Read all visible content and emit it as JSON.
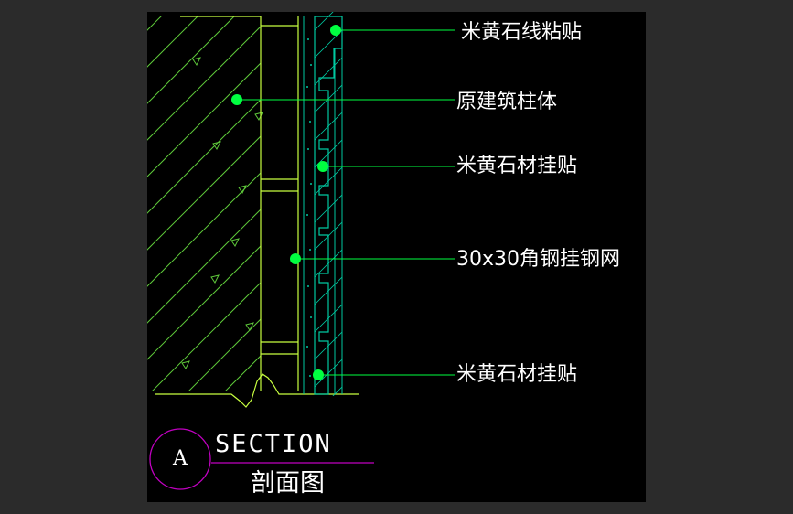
{
  "colors": {
    "background": "#2b2b2b",
    "canvas": "#000000",
    "wall_line": "#c8ff40",
    "hatch_line": "#5ec83a",
    "stone_line": "#00c8a0",
    "leader_line": "#00ff40",
    "marker_dot": "#00ff40",
    "title_circle": "#c000c0",
    "text": "#ffffff"
  },
  "annotations": [
    {
      "id": "label-1",
      "text": "米黄石线粘贴"
    },
    {
      "id": "label-2",
      "text": "原建筑柱体"
    },
    {
      "id": "label-3",
      "text": "米黄石材挂贴"
    },
    {
      "id": "label-4",
      "text": "30x30角钢挂钢网"
    },
    {
      "id": "label-5",
      "text": "米黄石材挂贴"
    }
  ],
  "title_block": {
    "circle_letter": "A",
    "section_title": "SECTION",
    "chinese_title": "剖面图"
  }
}
